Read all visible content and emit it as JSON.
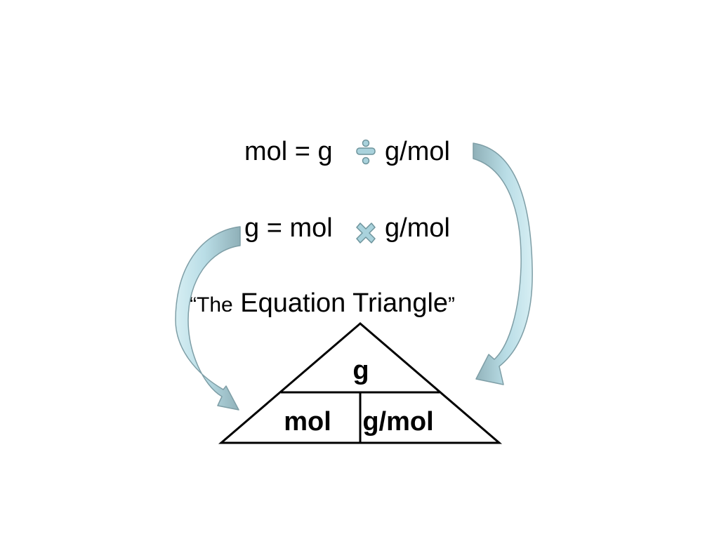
{
  "equations": {
    "line1": {
      "left": "mol = g",
      "right": "g/mol",
      "operator": "divide-icon"
    },
    "line2": {
      "left": "g = mol",
      "right": "g/mol",
      "operator": "multiply-icon"
    }
  },
  "title": {
    "open_quote": "“",
    "word_the": "The",
    "rest": " Equation Triangle",
    "close_quote": "”"
  },
  "triangle": {
    "top": "g",
    "bottom_left": "mol",
    "bottom_right": "g/mol"
  },
  "colors": {
    "arrow_fill_light": "#cfe9ef",
    "arrow_fill_dark": "#7f9fa8",
    "arrow_stroke": "#7e9ea6",
    "operator_fill": "#a9d2dc",
    "operator_stroke": "#6e949c",
    "line": "#000000"
  }
}
